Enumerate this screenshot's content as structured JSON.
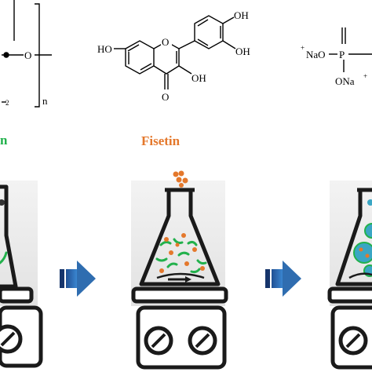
{
  "colors": {
    "chitosan_green": "#22b14c",
    "fisetin_orange": "#e4782c",
    "arrow_blue": "#2f6db0",
    "arrow_dark": "#16346b",
    "nanoparticle_blue": "#3aa6c4",
    "line": "#1a1a1a"
  },
  "structures": {
    "left_subscript": "2",
    "left_repeat_n": "n",
    "left_oxygen": "O",
    "left_caption": "n",
    "fisetin": {
      "ho_left": "HO",
      "ho_top": "OH",
      "oh_right": "OH",
      "oh_bottom": "OH",
      "ring_o": "O",
      "carbonyl_o": "O",
      "caption": "Fisetin"
    },
    "tpp": {
      "plus1": "+",
      "nao": "NaO",
      "p": "P",
      "ona": "ONa",
      "plus2": "+"
    }
  },
  "process": {
    "steps": [
      {
        "name": "step-1"
      },
      {
        "name": "step-2"
      },
      {
        "name": "step-3"
      }
    ],
    "arrows": [
      {
        "name": "arrow-1"
      },
      {
        "name": "arrow-2"
      }
    ]
  }
}
